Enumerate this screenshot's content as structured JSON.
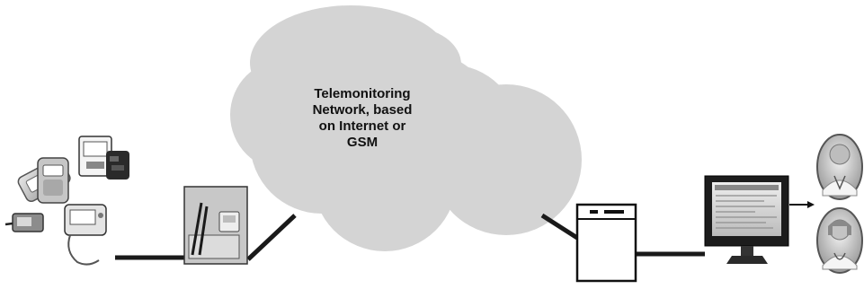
{
  "cloud": {
    "line1": "Telemonitoring",
    "line2": "Network, based",
    "line3": "on Internet or",
    "line4": "GSM"
  },
  "icons": {
    "devices": "medical-devices-icon",
    "gateway": "home-gateway-icon",
    "server": "server-icon",
    "monitor": "monitor-icon",
    "doctor_male": "male-doctor-avatar",
    "doctor_female": "female-doctor-avatar"
  },
  "colors": {
    "cloud_fill": "#d4d4d4",
    "line": "#1a1a1a"
  }
}
